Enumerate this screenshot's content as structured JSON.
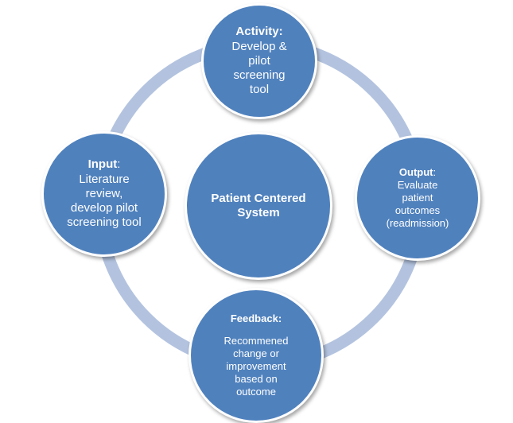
{
  "colors": {
    "node_fill": "#4f81bd",
    "ring": "#b3c3df",
    "node_text": "#ffffff"
  },
  "center": {
    "label": "Patient Centered System"
  },
  "nodes": {
    "activity": {
      "title": "Activity:",
      "text": "Develop &\npilot\nscreening\ntool"
    },
    "input": {
      "title": "Input",
      "title_suffix": ":",
      "text": "Literature\nreview,\ndevelop pilot\nscreening tool"
    },
    "output": {
      "title": "Output",
      "title_suffix": ":",
      "text": "Evaluate\npatient\noutcomes\n(readmission)"
    },
    "feedback": {
      "title": "Feedback:",
      "text": "Recommened\nchange or\nimprovement\nbased on\noutcome"
    }
  }
}
